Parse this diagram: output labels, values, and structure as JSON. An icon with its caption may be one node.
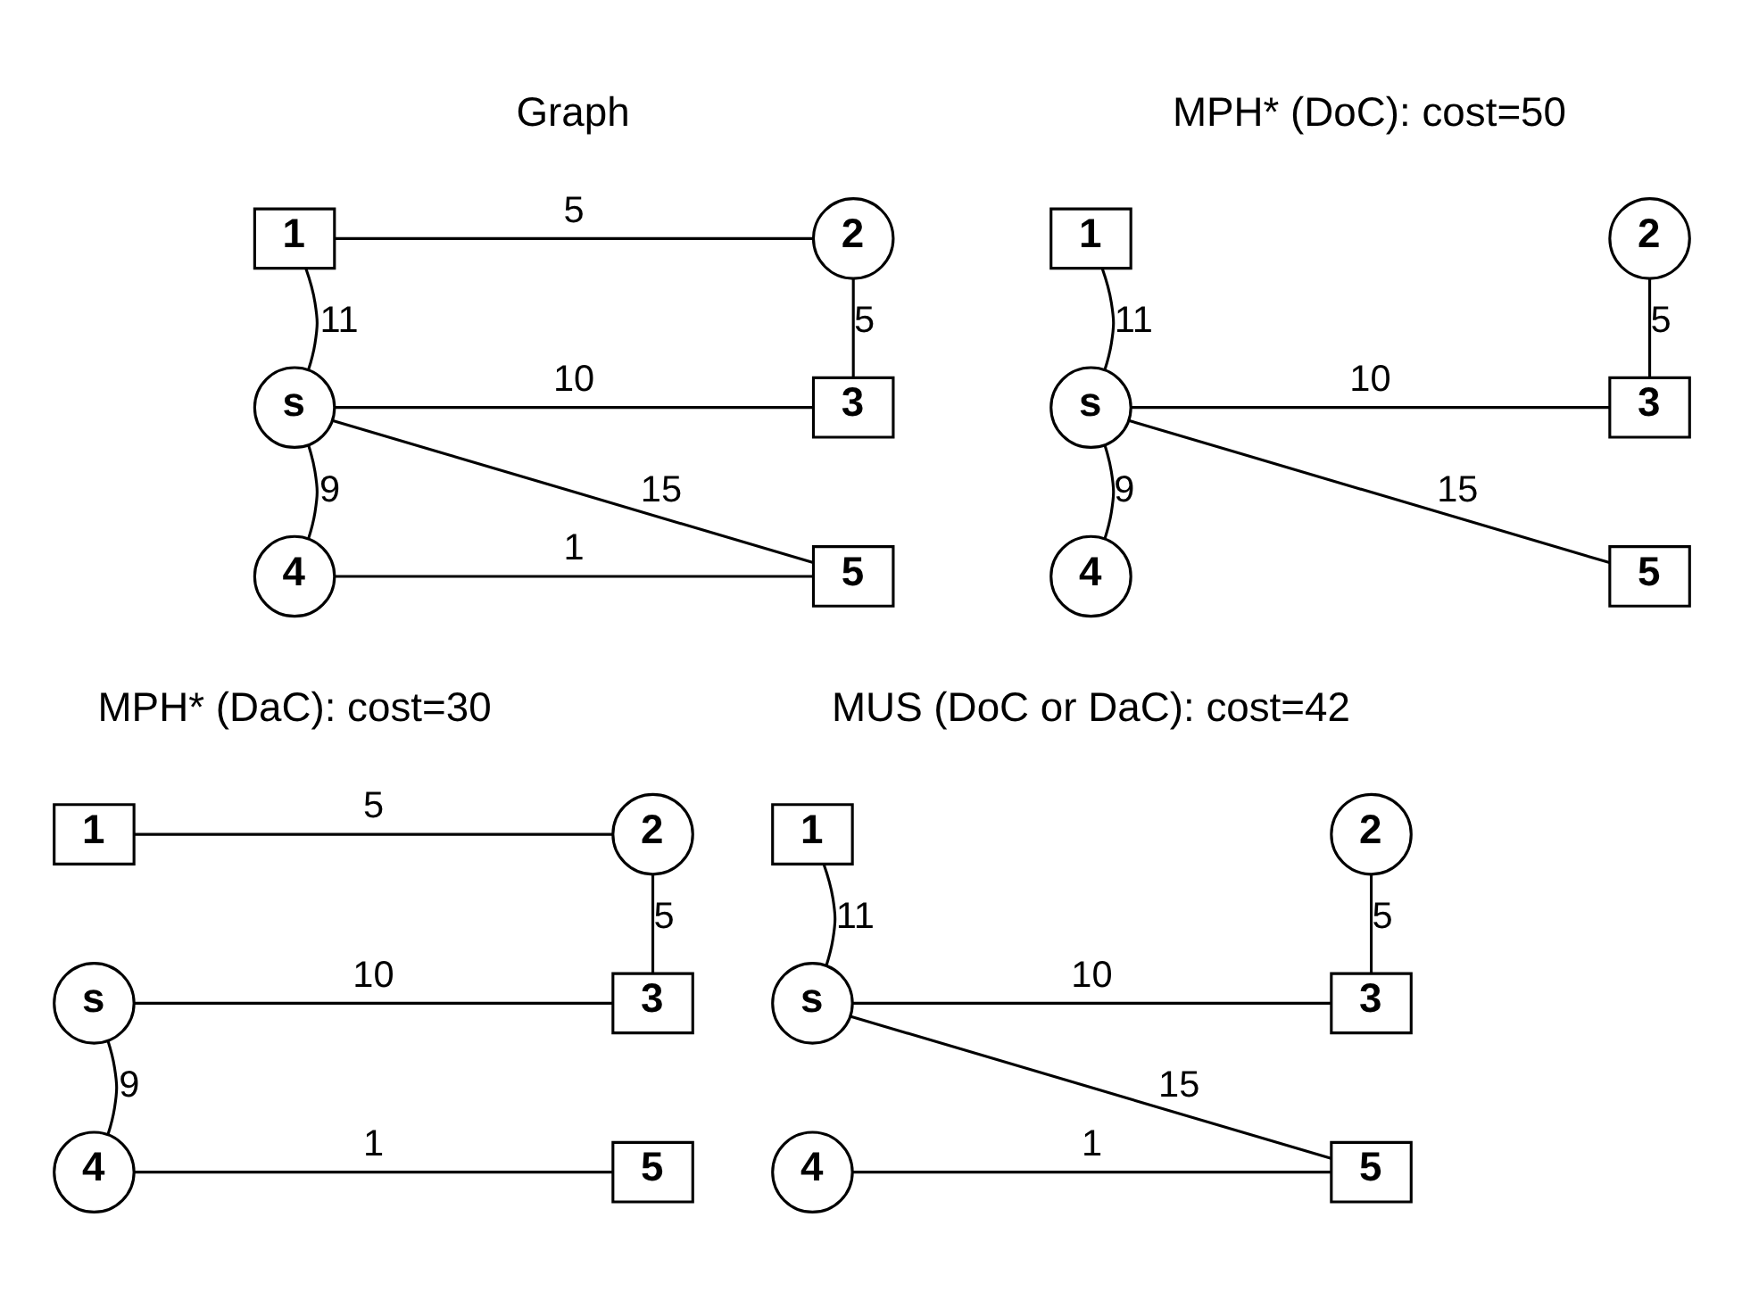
{
  "diagram": {
    "nodes": [
      {
        "text": [
          "1"
        ]
      },
      {
        "text": [
          "2"
        ]
      },
      {
        "text": [
          "s"
        ]
      },
      {
        "text": [
          "3"
        ]
      },
      {
        "text": [
          "4"
        ]
      },
      {
        "text": [
          "5"
        ]
      },
      {
        "text": [
          "1"
        ]
      },
      {
        "text": [
          "2"
        ]
      },
      {
        "text": [
          "s"
        ]
      },
      {
        "text": [
          "3"
        ]
      },
      {
        "text": [
          "4"
        ]
      },
      {
        "text": [
          "5"
        ]
      },
      {
        "text": [
          "1"
        ]
      },
      {
        "text": [
          "2"
        ]
      },
      {
        "text": [
          "s"
        ]
      },
      {
        "text": [
          "3"
        ]
      },
      {
        "text": [
          "4"
        ]
      },
      {
        "text": [
          "5"
        ]
      },
      {
        "text": [
          "1"
        ]
      },
      {
        "text": [
          "2"
        ]
      },
      {
        "text": [
          "s"
        ]
      },
      {
        "text": [
          "3"
        ]
      },
      {
        "text": [
          "4"
        ]
      },
      {
        "text": [
          "5"
        ]
      }
    ],
    "edges": [
      {
        "from": 0,
        "to": 1,
        "arrow": "none",
        "label": "5"
      },
      {
        "from": 0,
        "to": 2,
        "arrow": "none",
        "label": "11"
      },
      {
        "from": 1,
        "to": 3,
        "arrow": "none",
        "label": "5"
      },
      {
        "from": 2,
        "to": 3,
        "arrow": "none",
        "label": "10"
      },
      {
        "from": 2,
        "to": 4,
        "arrow": "none",
        "label": "9"
      },
      {
        "from": 2,
        "to": 5,
        "arrow": "none",
        "label": "15"
      },
      {
        "from": 4,
        "to": 5,
        "arrow": "none",
        "label": "1"
      },
      {
        "from": 6,
        "to": 8,
        "arrow": "none",
        "label": "11"
      },
      {
        "from": 7,
        "to": 9,
        "arrow": "none",
        "label": "5"
      },
      {
        "from": 8,
        "to": 9,
        "arrow": "none",
        "label": "10"
      },
      {
        "from": 8,
        "to": 10,
        "arrow": "none",
        "label": "9"
      },
      {
        "from": 8,
        "to": 11,
        "arrow": "none",
        "label": "15"
      },
      {
        "from": 12,
        "to": 13,
        "arrow": "none",
        "label": "5"
      },
      {
        "from": 13,
        "to": 15,
        "arrow": "none",
        "label": "5"
      },
      {
        "from": 14,
        "to": 15,
        "arrow": "none",
        "label": "10"
      },
      {
        "from": 14,
        "to": 16,
        "arrow": "none",
        "label": "9"
      },
      {
        "from": 16,
        "to": 17,
        "arrow": "none",
        "label": "1"
      },
      {
        "from": 18,
        "to": 20,
        "arrow": "none",
        "label": "11"
      },
      {
        "from": 19,
        "to": 21,
        "arrow": "none",
        "label": "5"
      },
      {
        "from": 20,
        "to": 21,
        "arrow": "none",
        "label": "10"
      },
      {
        "from": 20,
        "to": 23,
        "arrow": "none",
        "label": "15"
      },
      {
        "from": 22,
        "to": 23,
        "arrow": "none",
        "label": "1"
      }
    ],
    "labels": [
      "Graph",
      "MPH* (DoC): cost=50",
      "MPH* (DaC): cost=30",
      "MUS (DoC or DaC): cost=42"
    ]
  }
}
